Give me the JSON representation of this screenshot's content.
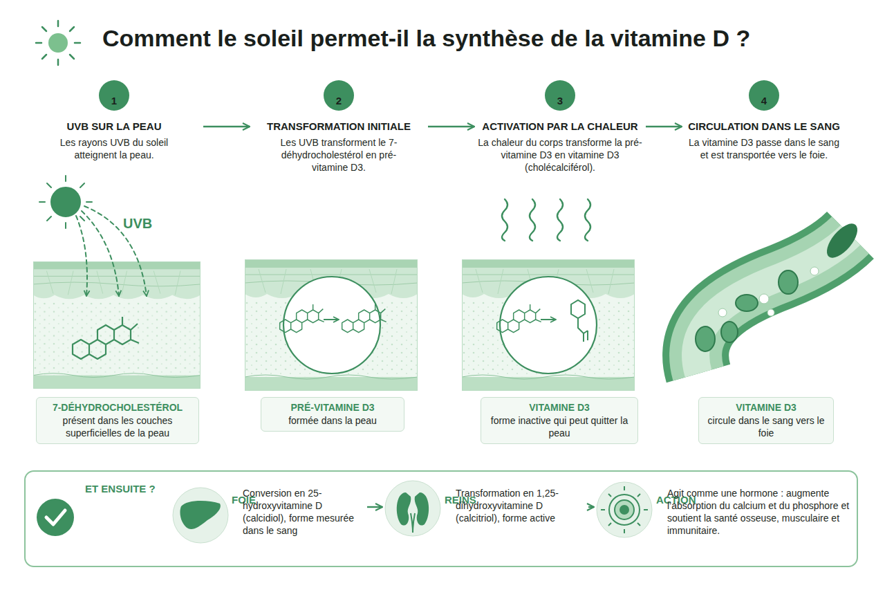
{
  "diagram": {
    "title": "Comment le soleil permet-il la synthèse de la vitamine D ?",
    "nodes": [
      {
        "text": [
          "UVB SUR LA PEAU",
          "Les rayons UVB du soleil atteignent la peau."
        ]
      },
      {
        "text": [
          "1"
        ],
        "in": 0
      },
      {
        "text": [
          "TRANSFORMATION INITIALE",
          "Les UVB transforment le 7-déhydrocholestérol en pré-vitamine D3."
        ]
      },
      {
        "text": [
          "2"
        ],
        "in": 2
      },
      {
        "text": [
          "ACTIVATION PAR LA CHALEUR",
          "La chaleur du corps transforme la pré-vitamine D3 en vitamine D3 (cholécalciférol)."
        ]
      },
      {
        "text": [
          "3"
        ],
        "in": 4
      },
      {
        "text": [
          "CIRCULATION DANS LE SANG",
          "La vitamine D3 passe dans le sang et est transportée vers le foie."
        ]
      },
      {
        "text": [
          "4"
        ],
        "in": 6
      },
      {
        "text": [
          "7-DÉHYDROCHOLESTÉROL",
          "présent dans les couches superficielles de la peau"
        ]
      },
      {
        "text": [
          "PRÉ-VITAMINE D3",
          "formée dans la peau"
        ]
      },
      {
        "text": [
          "VITAMINE D3",
          "forme inactive qui peut quitter la peau"
        ]
      },
      {
        "text": [
          "VITAMINE D3",
          "circule dans le sang vers le foie"
        ]
      },
      {
        "text": [
          "ET ENSUITE ?"
        ]
      },
      {
        "text": [
          "FOIE",
          "Conversion en 25-hydroxyvitamine D (calcidiol), forme mesurée dans le sang"
        ],
        "in": 12
      },
      {
        "text": [
          "REINS",
          "Transformation en 1,25-dihydroxyvitamine D (calcitriol), forme active"
        ],
        "in": 12
      },
      {
        "text": [
          "ACTION",
          "Agit comme une hormone : augmente l’absorption du calcium et du phosphore et soutient la santé osseuse, musculaire et immunitaire."
        ],
        "in": 12
      }
    ],
    "edges": [
      {
        "from": 0,
        "to": 2,
        "arrow": "to"
      },
      {
        "from": 2,
        "to": 4,
        "arrow": "to"
      },
      {
        "from": 4,
        "to": 6,
        "arrow": "to"
      },
      {
        "from": 13,
        "to": 14,
        "arrow": "to"
      },
      {
        "from": 14,
        "to": 15,
        "arrow": "to"
      }
    ],
    "labels": [
      "UVB"
    ]
  }
}
